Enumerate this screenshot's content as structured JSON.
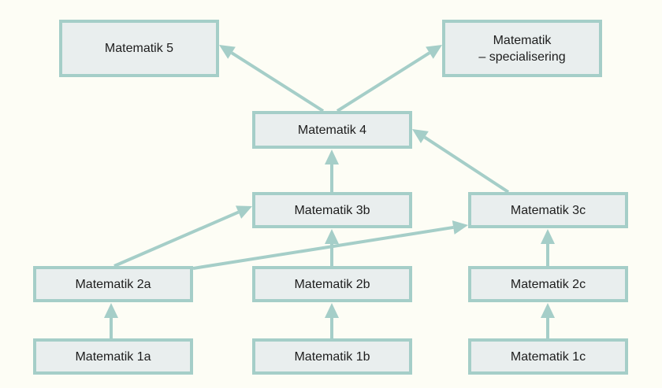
{
  "diagram": {
    "nodes": [
      {
        "id": "m5",
        "label": "Matematik 5"
      },
      {
        "id": "ms",
        "label": "Matematik\n– specialisering"
      },
      {
        "id": "m4",
        "label": "Matematik 4"
      },
      {
        "id": "m3b",
        "label": "Matematik 3b"
      },
      {
        "id": "m3c",
        "label": "Matematik 3c"
      },
      {
        "id": "m2a",
        "label": "Matematik 2a"
      },
      {
        "id": "m2b",
        "label": "Matematik 2b"
      },
      {
        "id": "m2c",
        "label": "Matematik 2c"
      },
      {
        "id": "m1a",
        "label": "Matematik 1a"
      },
      {
        "id": "m1b",
        "label": "Matematik 1b"
      },
      {
        "id": "m1c",
        "label": "Matematik 1c"
      }
    ],
    "edges": [
      {
        "from": "m1a",
        "to": "m2a"
      },
      {
        "from": "m1b",
        "to": "m2b"
      },
      {
        "from": "m1c",
        "to": "m2c"
      },
      {
        "from": "m2a",
        "to": "m3b"
      },
      {
        "from": "m2a",
        "to": "m3c"
      },
      {
        "from": "m2b",
        "to": "m3b"
      },
      {
        "from": "m2c",
        "to": "m3c"
      },
      {
        "from": "m3b",
        "to": "m4"
      },
      {
        "from": "m3c",
        "to": "m4"
      },
      {
        "from": "m4",
        "to": "m5"
      },
      {
        "from": "m4",
        "to": "ms"
      }
    ],
    "colors": {
      "background": "#fdfdf5",
      "node_fill": "#e9eeee",
      "node_border": "#a5cec8",
      "arrow": "#a5cec8",
      "text": "#1d1d1d"
    }
  }
}
